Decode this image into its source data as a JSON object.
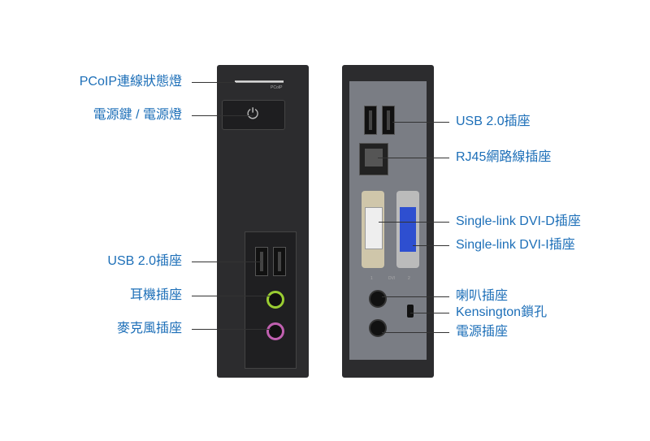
{
  "left_labels": {
    "pcoip_led": "PCoIP連線狀態燈",
    "power": "電源鍵 / 電源燈",
    "usb": "USB 2.0插座",
    "headphone": "耳機插座",
    "mic": "麥克風插座"
  },
  "right_labels": {
    "usb": "USB 2.0插座",
    "rj45": "RJ45網路線插座",
    "dvi_d": "Single-link DVI-D插座",
    "dvi_i": "Single-link DVI-I插座",
    "speaker": "喇叭插座",
    "kensington": "Kensington鎖孔",
    "power_jack": "電源插座"
  },
  "device_text": {
    "pcoip": "PCoIP",
    "dvi": "DVI",
    "dvi1": "1",
    "dvi2": "2"
  },
  "colors": {
    "label": "#1d6fb8",
    "headphone": "#9acd32",
    "mic": "#c060b0",
    "dvi_i": "#2e4fd0"
  }
}
